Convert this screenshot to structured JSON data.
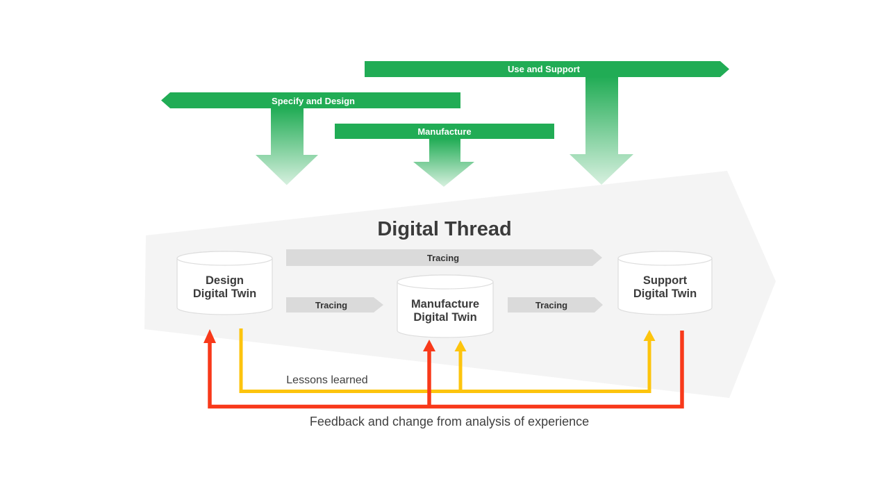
{
  "colors": {
    "green": "#21AC55",
    "green_fade": "#D7F0DF",
    "bar_text": "#FFFFFF",
    "thread_fill": "#F4F4F4",
    "title_text": "#3B3B3B",
    "tracing_fill": "#DADADA",
    "tracing_text": "#333333",
    "twin_fill": "#FFFFFF",
    "twin_stroke": "#DDDDDD",
    "twin_text": "#3B3B3B",
    "yellow": "#FDC40D",
    "red": "#F8391A",
    "caption_text": "#404040"
  },
  "phases": {
    "specify_design": "Specify and Design",
    "manufacture": "Manufacture",
    "use_support": "Use and Support"
  },
  "thread": {
    "title": "Digital Thread",
    "tracing_main": "Tracing",
    "tracing_design_manufacture": "Tracing",
    "tracing_manufacture_support": "Tracing"
  },
  "twins": {
    "design": {
      "line1": "Design",
      "line2": "Digital Twin"
    },
    "manufacture": {
      "line1": "Manufacture",
      "line2": "Digital Twin"
    },
    "support": {
      "line1": "Support",
      "line2": "Digital Twin"
    }
  },
  "captions": {
    "lessons": "Lessons learned",
    "feedback": "Feedback and change from analysis of experience"
  }
}
